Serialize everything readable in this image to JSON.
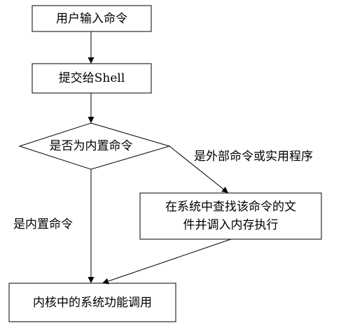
{
  "nodes": {
    "user_input": "用户输入命令",
    "submit_shell": "提交给Shell",
    "is_builtin_question": "是否为内置命令",
    "search_line1": "在系统中查找该命令的文",
    "search_line2": "件并调入内存执行",
    "kernel_call": "内核中的系统功能调用"
  },
  "edges": {
    "external_label": "是外部命令或实用程序",
    "builtin_label": "是内置命令"
  },
  "colors": {
    "stroke": "#000000",
    "background": "#ffffff"
  }
}
